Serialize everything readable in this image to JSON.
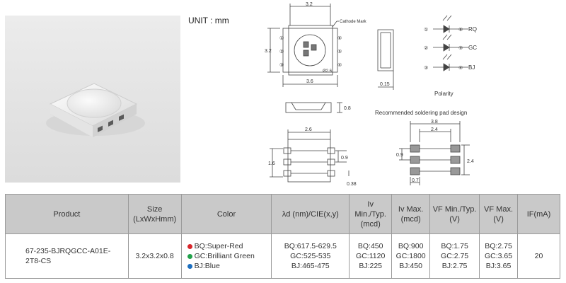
{
  "unit_label": "UNIT : mm",
  "drawing": {
    "top_width": "3.2",
    "left_height": "3.2",
    "bottom_width": "3.6",
    "cathode_mark": "Cathode Mark",
    "diameter": "Ø2.6",
    "side_thickness": "0.15",
    "front_height": "0.8",
    "pins_left": [
      "①",
      "②",
      "③"
    ],
    "pins_right": [
      "⑥",
      "⑤",
      "④"
    ],
    "bottom_view_width": "2.6",
    "bottom_view_pitch": "0.9",
    "bottom_view_height": "1.6",
    "bottom_view_pad": "0.38",
    "polarity_label": "Polarity",
    "polarity_rows": [
      {
        "left": "①",
        "right": "⑥",
        "code": "RQ"
      },
      {
        "left": "②",
        "right": "⑤",
        "code": "GC"
      },
      {
        "left": "③",
        "right": "④",
        "code": "BJ"
      }
    ],
    "soldering_title": "Recommended soldering pad design",
    "pad_outer_width": "3.8",
    "pad_inner_width": "2.4",
    "pad_pitch": "0.9",
    "pad_height": "2.4",
    "pad_bottom": "0.7"
  },
  "table": {
    "headers": {
      "product": "Product",
      "size_line1": "Size",
      "size_line2": "(LxWxHmm)",
      "color": "Color",
      "wavelength": "λd (nm)/CIE(x,y)",
      "iv_min_typ": "Iv Min./Typ.",
      "iv_min_typ_unit": "(mcd)",
      "iv_max": "Iv Max.",
      "iv_max_unit": "(mcd)",
      "vf_min_typ": "VF Min./Typ.",
      "vf_min_typ_unit": "(V)",
      "vf_max": "VF Max.",
      "vf_max_unit": "(V)",
      "if_ma": "IF(mA)"
    },
    "row": {
      "product": "67-235-BJRQGCC-A01E-2T8-CS",
      "size": "3.2x3.2x0.8",
      "colors": [
        {
          "label": "BQ:Super-Red",
          "color": "#d8262b"
        },
        {
          "label": "GC:Brilliant Green",
          "color": "#21a14a"
        },
        {
          "label": "BJ:Blue",
          "color": "#1c6fc0"
        }
      ],
      "wavelength": [
        "BQ:617.5-629.5",
        "GC:525-535",
        "BJ:465-475"
      ],
      "iv_min_typ": [
        "BQ:450",
        "GC:1120",
        "BJ:225"
      ],
      "iv_max": [
        "BQ:900",
        "GC:1800",
        "BJ:450"
      ],
      "vf_min_typ": [
        "BQ:1.75",
        "GC:2.75",
        "BJ:2.75"
      ],
      "vf_max": [
        "BQ:2.75",
        "GC:3.65",
        "BJ:3.65"
      ],
      "if_ma": "20"
    }
  }
}
